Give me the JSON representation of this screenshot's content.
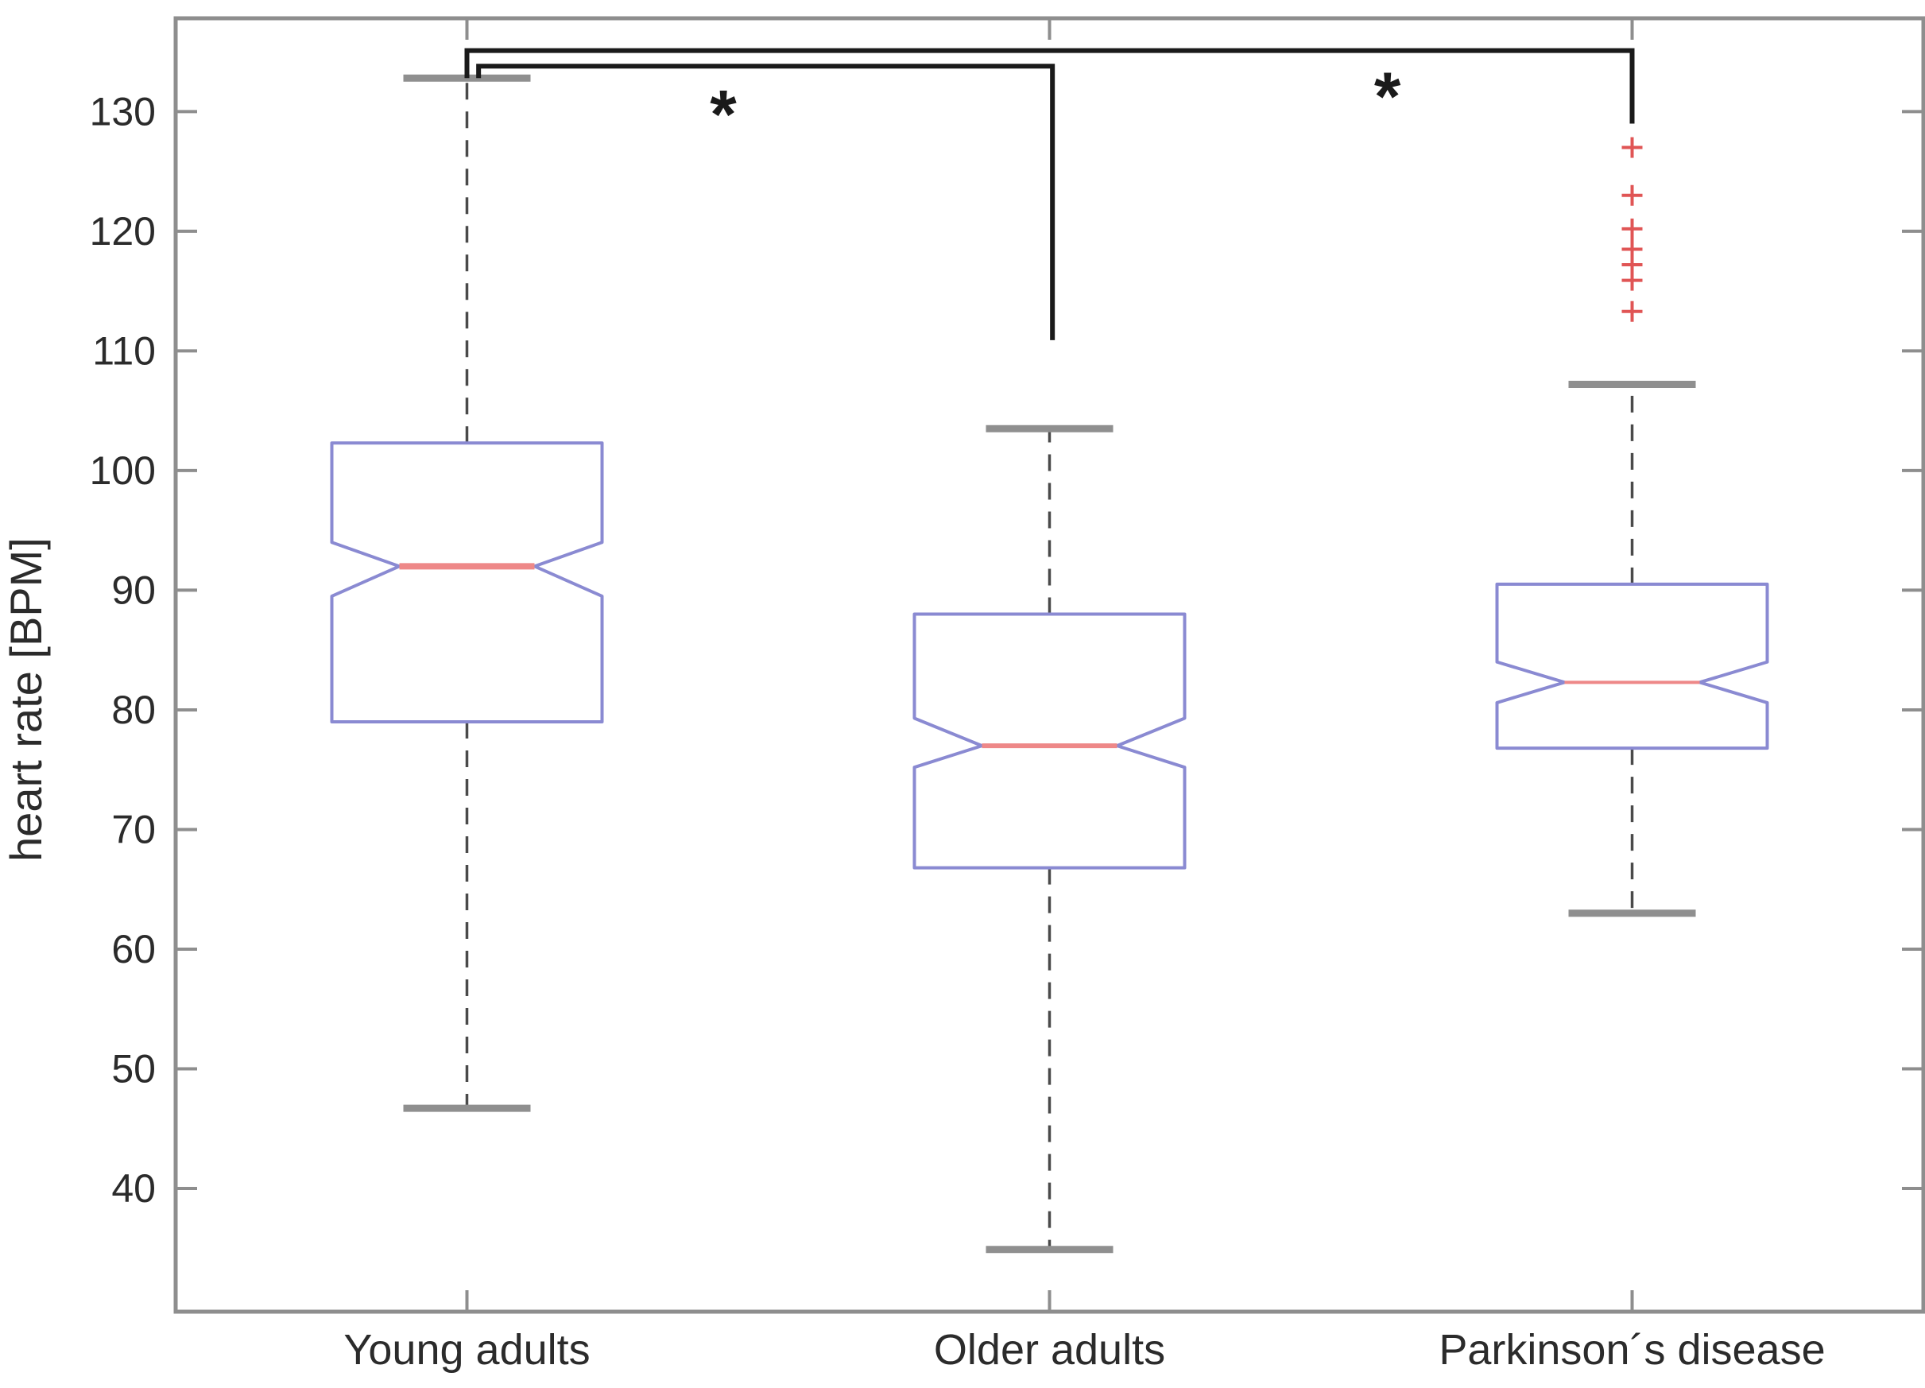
{
  "chart_data": {
    "type": "boxplot",
    "title": "",
    "xlabel": "",
    "ylabel": "heart rate [BPM]",
    "categories": [
      "Young adults",
      "Older adults",
      "Parkinson´s disease"
    ],
    "yticks": [
      40,
      50,
      60,
      70,
      80,
      90,
      100,
      110,
      120,
      130
    ],
    "ylim": [
      29.7,
      137.8
    ],
    "xlim": [
      0.5,
      3.5
    ],
    "grid": false,
    "legend": "none",
    "notched": true,
    "groups": [
      {
        "name": "Young adults",
        "x": 1,
        "median": 92,
        "q1": 79,
        "q3": 102.3,
        "notch_low": 89.5,
        "notch_high": 94,
        "whisker_low": 46.7,
        "whisker_high": 132.8,
        "median_width": 8,
        "outliers": []
      },
      {
        "name": "Older adults",
        "x": 2,
        "median": 77,
        "q1": 66.8,
        "q3": 88,
        "notch_low": 75.2,
        "notch_high": 79.3,
        "whisker_low": 34.9,
        "whisker_high": 103.5,
        "median_width": 6,
        "outliers": []
      },
      {
        "name": "Parkinson´s disease",
        "x": 3,
        "median": 82.3,
        "q1": 76.8,
        "q3": 90.5,
        "notch_low": 80.6,
        "notch_high": 84,
        "whisker_low": 63,
        "whisker_high": 107.2,
        "median_width": 4,
        "outliers": [
          127,
          123,
          120.2,
          118.5,
          117.2,
          115.9,
          113.3
        ]
      }
    ],
    "significance_brackets": [
      {
        "from_x": 1.0,
        "to_x": 3.0,
        "bar_value": 135.1,
        "left_drop_to": 132.8,
        "right_drop_to": 129.0,
        "asterisk": {
          "x": 2.58,
          "value": 131.3,
          "symbol": "*"
        }
      },
      {
        "from_x": 1.02,
        "to_x": 2.005,
        "bar_value": 133.8,
        "left_drop_to": 132.8,
        "right_drop_to": 110.9,
        "asterisk": {
          "x": 1.44,
          "value": 129.8,
          "symbol": "*"
        }
      }
    ],
    "colors": {
      "box_edge": "#8a8ad2",
      "median": "#ee8888",
      "outlier": "#e05555",
      "whisker": "#4a4a4a",
      "cap": "#8f8f8f",
      "bracket": "#1a1a1a",
      "axis": "#8e8e8e",
      "text": "#2b2b2b",
      "background": "#ffffff"
    }
  }
}
